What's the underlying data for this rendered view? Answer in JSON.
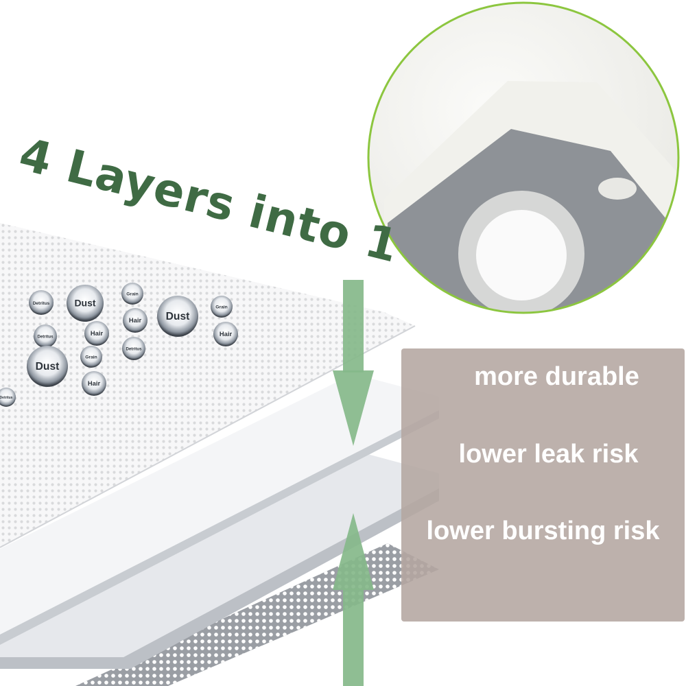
{
  "headline": "4 Layers into 1",
  "particles": [
    {
      "label": "Detritus"
    },
    {
      "label": "Dust"
    },
    {
      "label": "Grain"
    },
    {
      "label": "Dust"
    },
    {
      "label": "Grain"
    },
    {
      "label": "Hair"
    },
    {
      "label": "Detritus"
    },
    {
      "label": "Hair"
    },
    {
      "label": "Hair"
    },
    {
      "label": "Detritus"
    },
    {
      "label": "Grain"
    },
    {
      "label": "Dust"
    },
    {
      "label": "Hair"
    },
    {
      "label": "Detritus"
    }
  ],
  "benefits": [
    {
      "label": "more durable"
    },
    {
      "label": "lower leak risk"
    },
    {
      "label": "lower bursting risk"
    }
  ],
  "colors": {
    "headline": "#3f6b44",
    "arrow": "#86b98a",
    "circle_border": "#8cc63f",
    "benefit_box": "#b4a6a0",
    "benefit_text": "#ffffff",
    "collar": "#8e9297"
  },
  "icons": {
    "arrow_down": "arrow-down-icon",
    "arrow_up": "arrow-up-icon"
  }
}
